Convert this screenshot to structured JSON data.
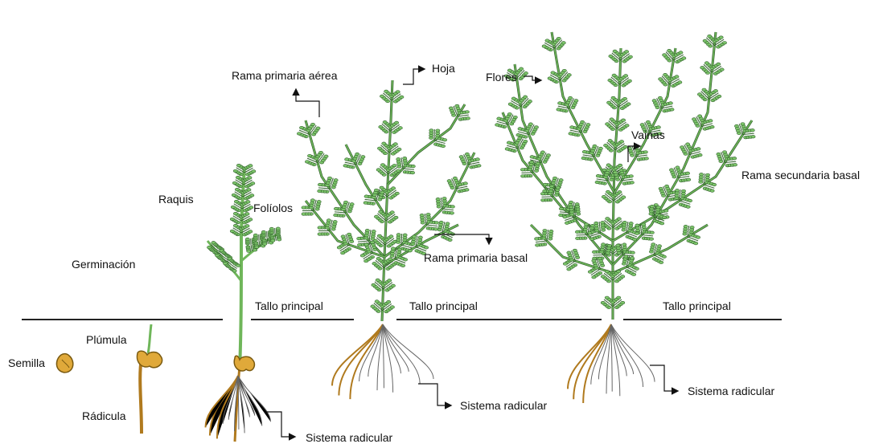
{
  "labels": {
    "semilla": "Semilla",
    "plumula": "Plúmula",
    "radicula": "Rádicula",
    "germinacion": "Germinación",
    "raquis": "Raquis",
    "foliolos": "Folíolos",
    "tallo_principal_1": "Tallo principal",
    "sistema_radicular_1": "Sistema radicular",
    "rama_primaria_aerea": "Rama primaria aérea",
    "hoja": "Hoja",
    "rama_primaria_basal": "Rama primaria basal",
    "tallo_principal_2": "Tallo principal",
    "sistema_radicular_2": "Sistema radicular",
    "flores": "Flores",
    "vainas": "Vainas",
    "rama_secundaria_basal": "Rama secundaria basal",
    "tallo_principal_3": "Tallo principal",
    "sistema_radicular_3": "Sistema radicular"
  },
  "colors": {
    "stem": "#6fb65a",
    "stem_dark": "#2f5e2a",
    "leaf": "#7cc46a",
    "root": "#6b6b6b",
    "root_brown": "#b07a1e",
    "seed": "#e0a93a",
    "ground": "#222222"
  }
}
